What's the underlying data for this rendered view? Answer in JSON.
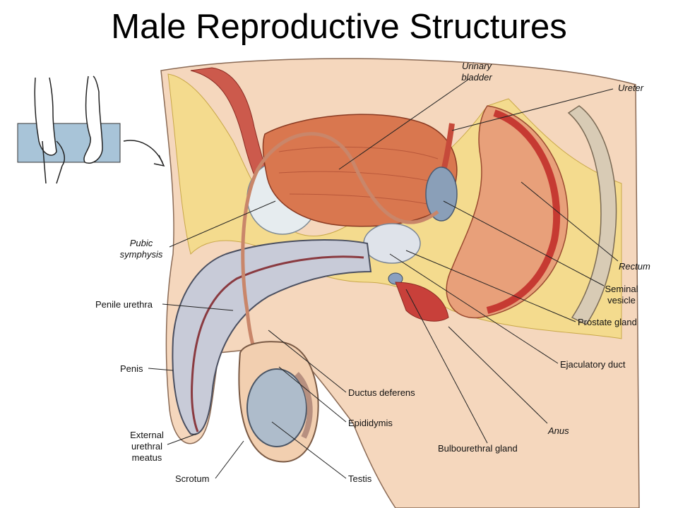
{
  "title": "Male Reproductive Structures",
  "labels": {
    "urinary_bladder": [
      "Urinary",
      "bladder"
    ],
    "ureter": "Ureter",
    "pubic_symphysis": [
      "Pubic",
      "symphysis"
    ],
    "penile_urethra": "Penile urethra",
    "rectum": "Rectum",
    "seminal_vesicle": [
      "Seminal",
      "vesicle"
    ],
    "prostate_gland": "Prostate gland",
    "ejaculatory_duct": "Ejaculatory duct",
    "penis": "Penis",
    "ductus_deferens": "Ductus deferens",
    "epididymis": "Epididymis",
    "anus": "Anus",
    "external_urethral_meatus": [
      "External",
      "urethral",
      "meatus"
    ],
    "bulbourethral_gland": "Bulbourethral gland",
    "scrotum": "Scrotum",
    "testis": "Testis"
  },
  "colors": {
    "skin": "#f2cfb0",
    "fat": "#f3d98a",
    "muscle": "#c8403a",
    "bladder": "#d9774f",
    "bone": "#d8d2dc",
    "testis": "#a9b6c4"
  }
}
